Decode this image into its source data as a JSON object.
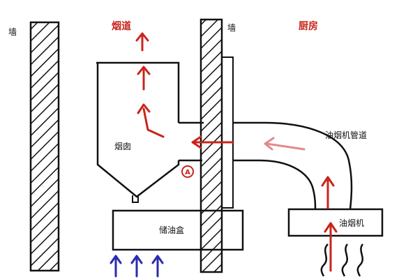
{
  "labels": {
    "wall_left": "墙",
    "flue": "烟道",
    "wall_right": "墙",
    "kitchen": "厨房",
    "chimney": "烟囱",
    "hood_duct": "油烟机管道",
    "point_a": "A",
    "oil_box": "储油盒",
    "range_hood": "油烟机"
  },
  "colors": {
    "outline": "#111111",
    "exhaust_arrow": "#c8241b",
    "faded_arrow": "#e08a8a",
    "intake_arrow": "#2a2ab0",
    "heat_wave": "#111111"
  }
}
